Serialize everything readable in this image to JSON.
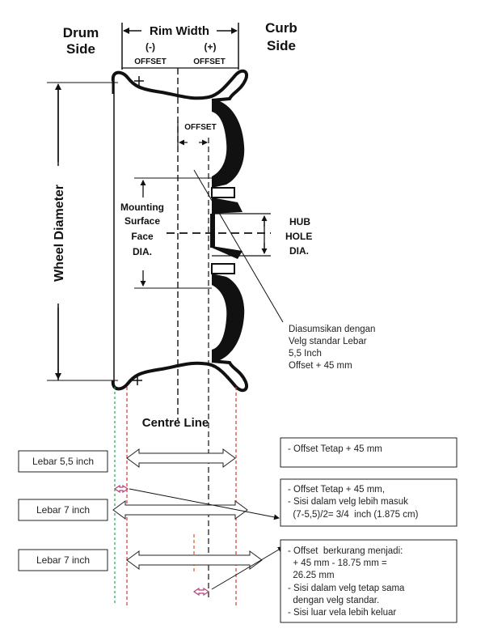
{
  "labels": {
    "drum_side_1": "Drum",
    "drum_side_2": "Side",
    "curb_side_1": "Curb",
    "curb_side_2": "Side",
    "rim_width": "Rim Width",
    "minus": "(-)",
    "plus": "(+)",
    "offset_left": "OFFSET",
    "offset_right": "OFFSET",
    "offset_mid": "OFFSET",
    "wheel_diameter": "Wheel Diameter",
    "mounting_1": "Mounting",
    "mounting_2": "Surface",
    "mounting_3": "Face",
    "mounting_4": "DIA.",
    "hub_1": "HUB",
    "hub_2": "HOLE",
    "hub_3": "DIA.",
    "centre_line": "Centre Line"
  },
  "assumption": {
    "line1": "Diasumsikan dengan",
    "line2": "Velg standar  Lebar",
    "line3": "5,5 Inch",
    "line4": "Offset + 45 mm"
  },
  "rows": [
    {
      "label": "Lebar 5,5 inch",
      "notes": [
        "- Offset Tetap + 45 mm"
      ]
    },
    {
      "label": "Lebar 7 inch",
      "notes": [
        "- Offset Tetap + 45 mm,",
        "- Sisi dalam velg lebih masuk",
        "  (7-5,5)/2= 3/4  inch (1.875 cm)"
      ]
    },
    {
      "label": "Lebar 7 inch",
      "notes": [
        "- Offset  berkurang menjadi:",
        "  + 45 mm - 18.75 mm =",
        "  26.25 mm",
        "- Sisi dalam velg tetap sama",
        "  dengan velg standar.",
        "- Sisi luar vela lebih keluar"
      ]
    }
  ],
  "colors": {
    "green_line": "#2e9e5e",
    "red_line": "#d43a2a",
    "orange_line": "#e0552a",
    "pink_arrow": "#b0447a",
    "ink": "#111111"
  }
}
